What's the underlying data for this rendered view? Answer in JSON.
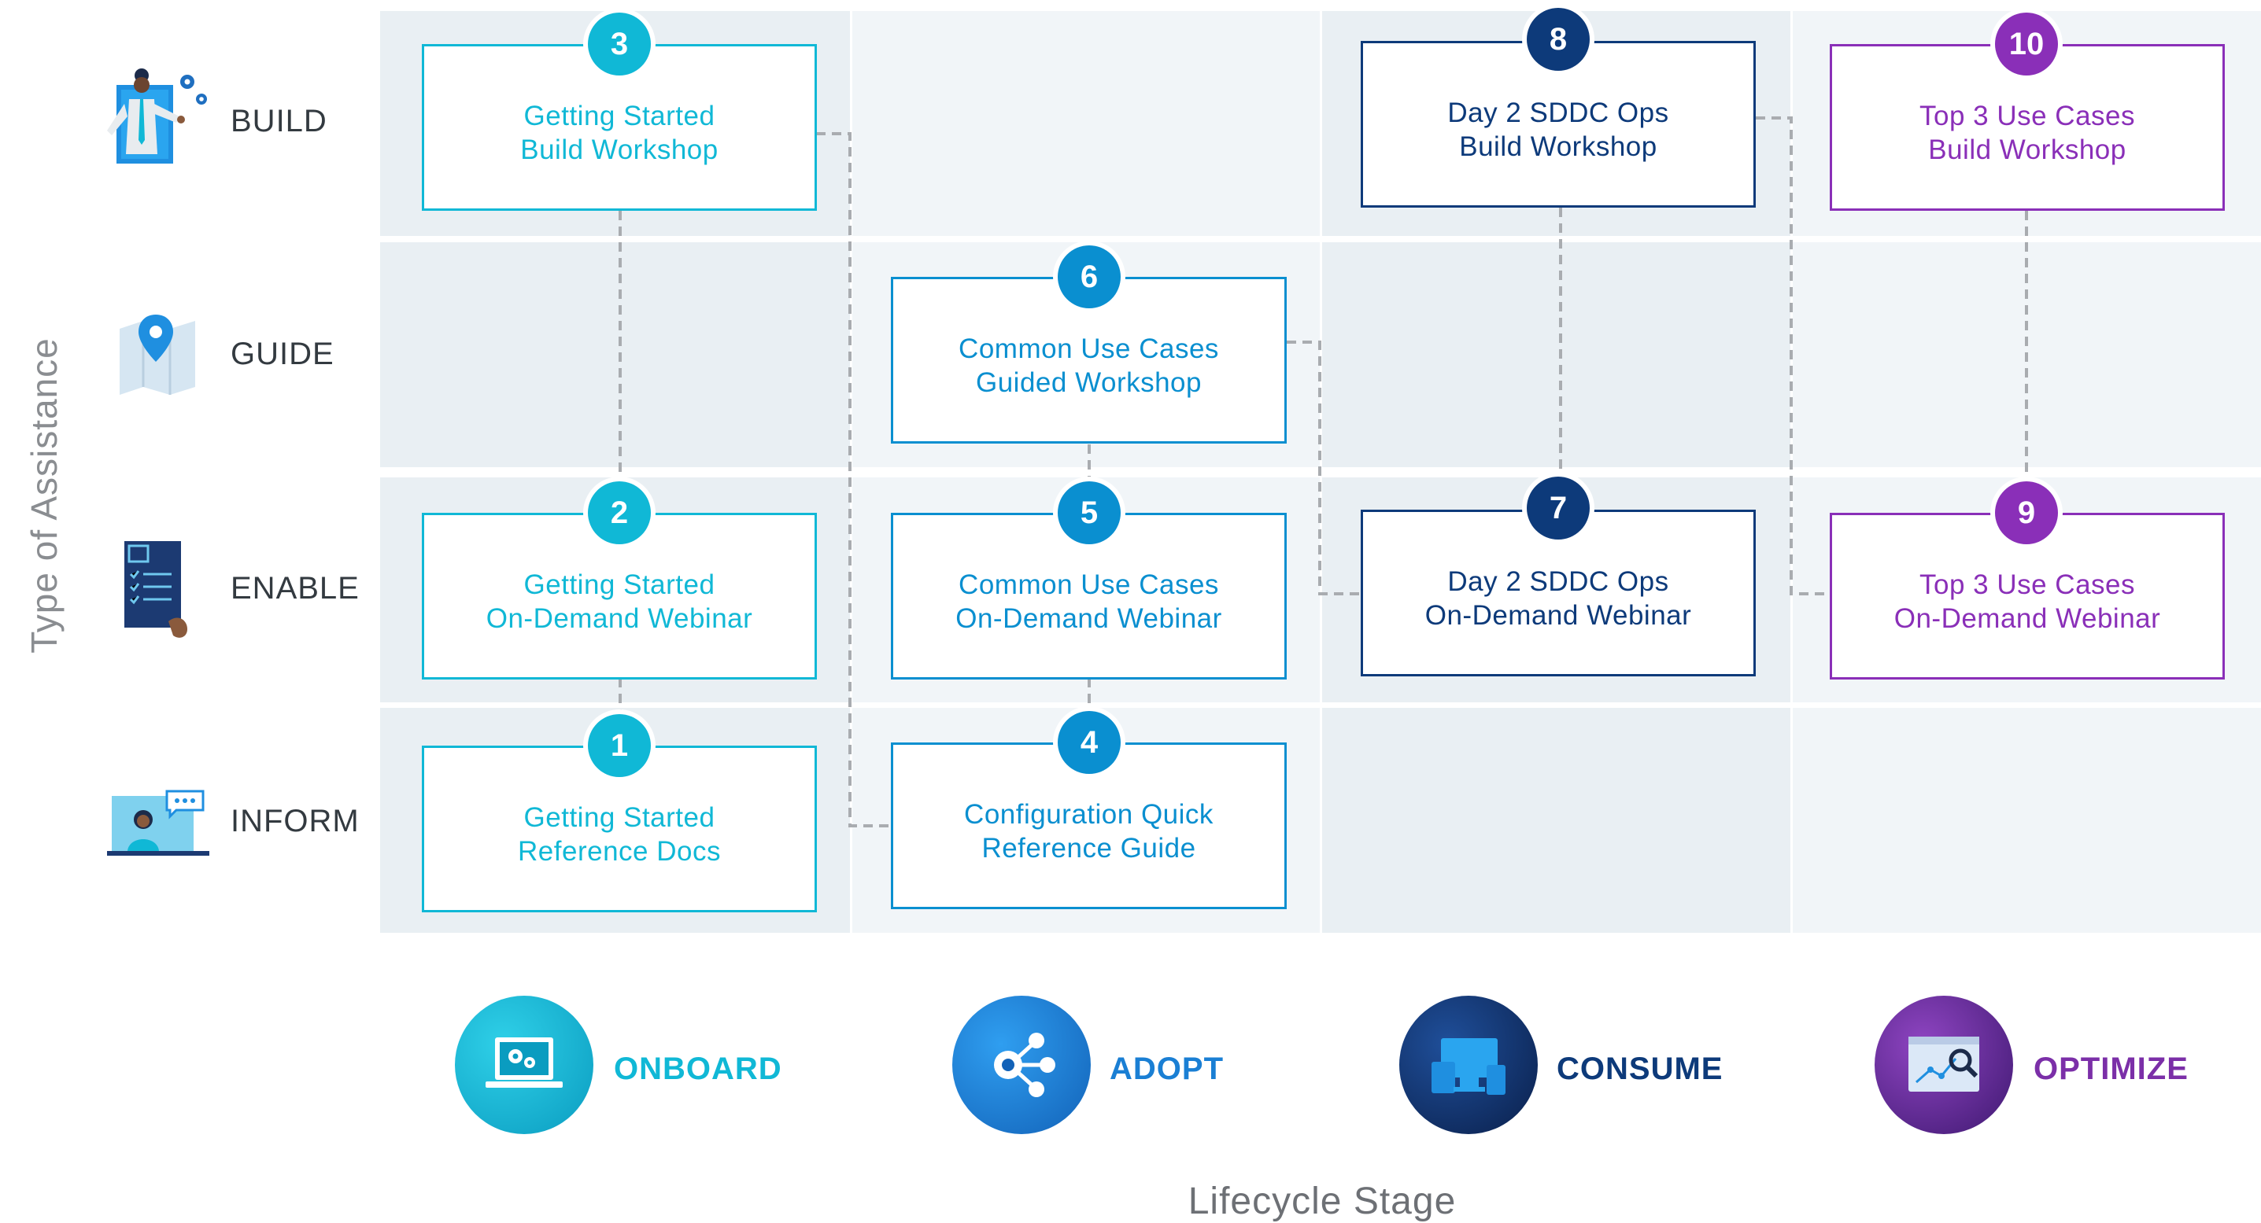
{
  "axes": {
    "y_label": "Type of Assistance",
    "x_label": "Lifecycle Stage"
  },
  "rows": [
    {
      "id": "build",
      "label": "BUILD",
      "icon": "presenter-gears-icon"
    },
    {
      "id": "guide",
      "label": "GUIDE",
      "icon": "map-pin-icon"
    },
    {
      "id": "enable",
      "label": "ENABLE",
      "icon": "checklist-document-icon"
    },
    {
      "id": "inform",
      "label": "INFORM",
      "icon": "person-chat-laptop-icon"
    }
  ],
  "stages": [
    {
      "id": "onboard",
      "label": "ONBOARD",
      "color": "#10b8d6",
      "icon": "laptop-gears-icon"
    },
    {
      "id": "adopt",
      "label": "ADOPT",
      "color": "#1a7fd4",
      "icon": "network-share-icon"
    },
    {
      "id": "consume",
      "label": "CONSUME",
      "color": "#0d3a7a",
      "icon": "devices-icon"
    },
    {
      "id": "optimize",
      "label": "OPTIMIZE",
      "color": "#7b2fa8",
      "icon": "chart-magnifier-icon"
    }
  ],
  "cards": [
    {
      "id": "c1",
      "number": "1",
      "text": "Getting Started\nReference Docs",
      "color": "#10b8d6"
    },
    {
      "id": "c2",
      "number": "2",
      "text": "Getting Started\nOn-Demand Webinar",
      "color": "#10b8d6"
    },
    {
      "id": "c3",
      "number": "3",
      "text": "Getting Started\nBuild Workshop",
      "color": "#10b8d6"
    },
    {
      "id": "c4",
      "number": "4",
      "text": "Configuration Quick\nReference Guide",
      "color": "#0a8fd0"
    },
    {
      "id": "c5",
      "number": "5",
      "text": "Common Use Cases\nOn-Demand Webinar",
      "color": "#0a8fd0"
    },
    {
      "id": "c6",
      "number": "6",
      "text": "Common Use Cases\nGuided Workshop",
      "color": "#0a8fd0"
    },
    {
      "id": "c7",
      "number": "7",
      "text": "Day 2 SDDC Ops\nOn-Demand Webinar",
      "color": "#0d3a7a"
    },
    {
      "id": "c8",
      "number": "8",
      "text": "Day 2 SDDC Ops\nBuild Workshop",
      "color": "#0d3a7a"
    },
    {
      "id": "c9",
      "number": "9",
      "text": "Top 3 Use Cases\nOn-Demand Webinar",
      "color": "#8a2fb8"
    },
    {
      "id": "c10",
      "number": "10",
      "text": "Top 3 Use Cases\nBuild Workshop",
      "color": "#8a2fb8"
    }
  ],
  "colors": {
    "band_dark": "#e9eff3",
    "band_light": "#f1f5f8",
    "connector": "#a9acb0"
  }
}
